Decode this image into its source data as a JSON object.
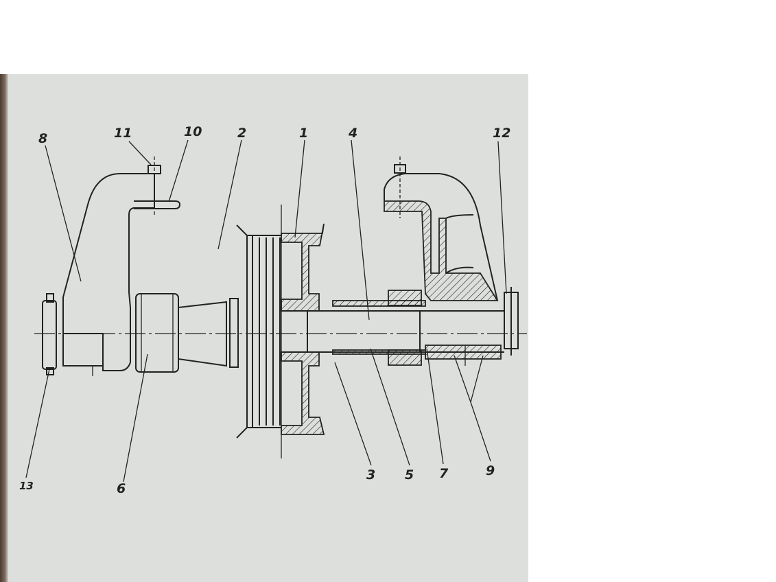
{
  "drawing": {
    "part_labels": [
      "1",
      "2",
      "3",
      "4",
      "5",
      "6",
      "7",
      "8",
      "9",
      "10",
      "11",
      "12",
      "13"
    ]
  },
  "colors": {
    "paper": "#dcdfdc",
    "ink": "#222222",
    "background": "#ffffff"
  }
}
